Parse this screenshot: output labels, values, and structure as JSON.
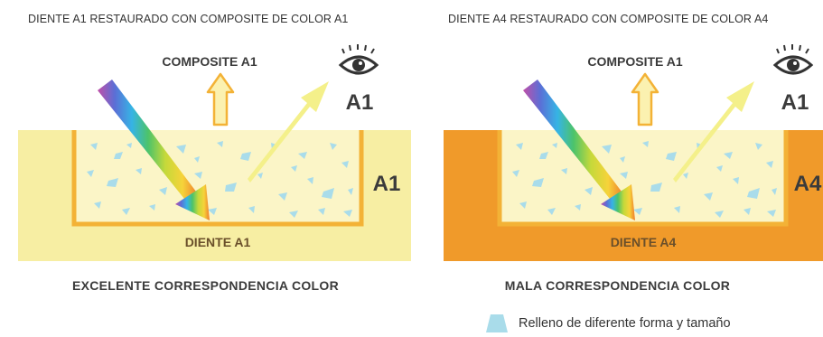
{
  "panels": [
    {
      "title": "DIENTE A1 RESTAURADO CON COMPOSITE DE COLOR A1",
      "composite_label": "COMPOSITE A1",
      "eye_label": "A1",
      "tooth_side_label": "A1",
      "tooth_label": "DIENTE A1",
      "caption": "EXCELENTE CORRESPONDENCIA COLOR",
      "colors": {
        "background": "#f7eea3",
        "cavity_border": "#f3b236",
        "cavity_fill": "#fbf5c7"
      }
    },
    {
      "title": "DIENTE A4 RESTAURADO CON COMPOSITE DE COLOR A4",
      "composite_label": "COMPOSITE A1",
      "eye_label": "A1",
      "tooth_side_label": "A4",
      "tooth_label": "DIENTE A4",
      "caption": "MALA CORRESPONDENCIA COLOR",
      "colors": {
        "background": "#f09a2a",
        "cavity_border": "#f3b236",
        "cavity_fill": "#fbf5c7"
      }
    }
  ],
  "legend": {
    "label": "Relleno de diferente forma y tamaño",
    "swatch_color": "#a9dcea"
  },
  "colors": {
    "up_arrow_fill": "#fbf1b0",
    "up_arrow_stroke": "#f3b236",
    "reflect_arrow": "#f4f08a",
    "filler": "#a9dcea",
    "tooth_label_color": "#6a4f2a"
  }
}
